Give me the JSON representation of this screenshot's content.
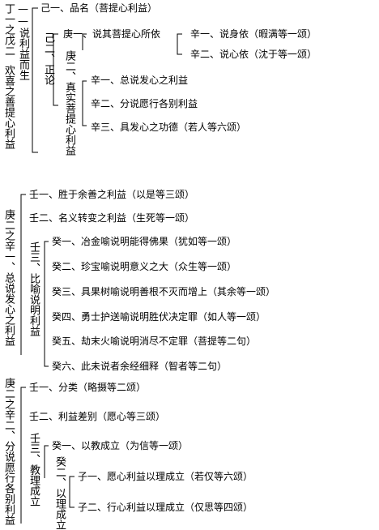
{
  "s1": {
    "title_col1": "丁一之戊二",
    "title_col2": "欢喜之善提心利益",
    "title_cont": "——说利益而生",
    "ji1": "己一、品名（菩提心利益）",
    "ji2": "己二、正论",
    "geng1": "庚一、说其菩提心所依",
    "xin1": "辛一、说身依（暇满等一颂）",
    "xin2": "辛二、说心依（沈于等一颂）",
    "geng2": "庚二、真实菩提心利益",
    "xin1b": "辛一、总说发心之利益",
    "xin2b": "辛二、分说愿行各别利益",
    "xin3b": "辛三、具发心之功德（若人等六颂）"
  },
  "s2": {
    "title": "庚二之辛一、总说发心之利益",
    "ren1": "壬一、胜于余善之利益（以是等三颂）",
    "ren2": "壬二、名义转变之利益（生死等一颂）",
    "ren3": "壬三、比喻说明利益",
    "gui1": "癸一、冶金喻说明能得佛果（犹如等一颂）",
    "gui2": "癸二、珍宝喻说明意义之大（众生等一颂）",
    "gui3": "癸三、具果树喻说明善根不灭而增上（其余等一颂）",
    "gui4": "癸四、勇士护送喻说明胜伏决定罪（如人等一颂）",
    "gui5": "癸五、劫末火喻说明消尽不定罪（菩提等二句）",
    "gui6": "癸六、此未说者余经细释（智者等二句）"
  },
  "s3": {
    "title": "庚二之辛二、分说愿行各别利益",
    "ren1": "壬一、分类（略摄等二颂）",
    "ren2": "壬二、利益差别（愿心等三颂）",
    "ren3": "壬三、教理成立",
    "gui1": "癸一、以教成立（为信等一颂）",
    "gui2": "癸二、以理成立",
    "zi1": "子一、愿心利益以理成立（若仅等六颂）",
    "zi2": "子二、行心利益以理成立（仅思等四颂）"
  }
}
